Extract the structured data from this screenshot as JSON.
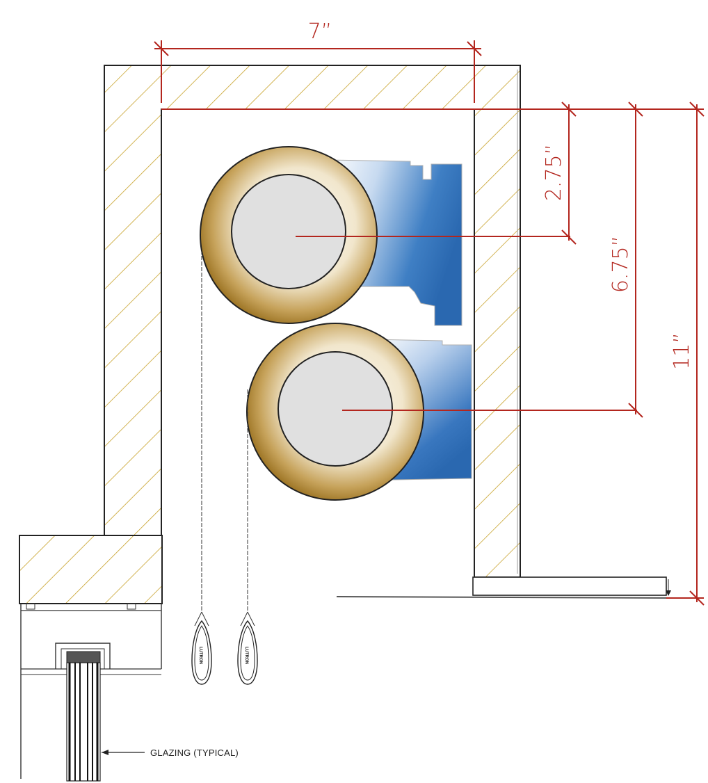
{
  "dimensions": {
    "width": "7”",
    "roller_offset_1": "2.75”",
    "roller_offset_2": "6.75”",
    "height": "11”"
  },
  "notes": {
    "glazing": "GLAZING (TYPICAL)"
  },
  "wand_logo": "LUTRON",
  "colors": {
    "dimension": "#b3261e",
    "hatch": "#c8a22a",
    "shade_blue": "#2f6fb8",
    "roller_bronze": "#a67c1a",
    "tube_gray": "#e0e0e0"
  }
}
